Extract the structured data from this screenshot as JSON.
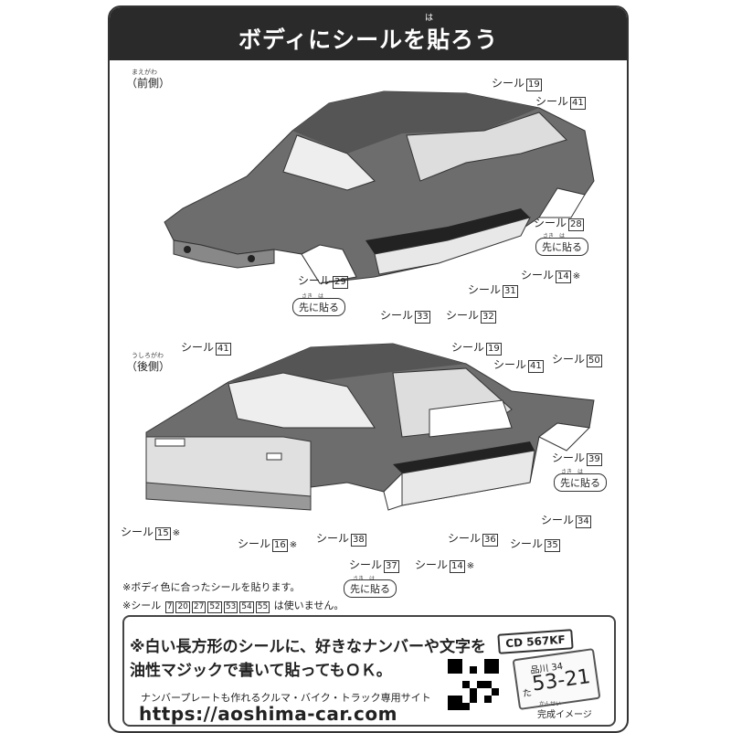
{
  "header": {
    "title": "ボディにシールを貼ろう",
    "title_ruby": "は"
  },
  "front": {
    "label": "（前側）",
    "ruby": "まえがわ",
    "callouts": [
      {
        "text": "シール",
        "num": "19",
        "star": ""
      },
      {
        "text": "シール",
        "num": "41",
        "star": ""
      },
      {
        "text": "シール",
        "num": "28",
        "star": ""
      },
      {
        "text": "シール",
        "num": "14",
        "star": "※"
      },
      {
        "text": "シール",
        "num": "29",
        "star": ""
      },
      {
        "text": "シール",
        "num": "31",
        "star": ""
      },
      {
        "text": "シール",
        "num": "33",
        "star": ""
      },
      {
        "text": "シール",
        "num": "32",
        "star": ""
      }
    ],
    "pills": [
      {
        "text": "先に貼る",
        "ruby": "さき　は"
      },
      {
        "text": "先に貼る",
        "ruby": "さき　は"
      }
    ]
  },
  "rear": {
    "label": "（後側）",
    "ruby": "うしろがわ",
    "callouts": [
      {
        "text": "シール",
        "num": "41",
        "star": ""
      },
      {
        "text": "シール",
        "num": "19",
        "star": ""
      },
      {
        "text": "シール",
        "num": "41",
        "star": ""
      },
      {
        "text": "シール",
        "num": "50",
        "star": ""
      },
      {
        "text": "シール",
        "num": "39",
        "star": ""
      },
      {
        "text": "シール",
        "num": "34",
        "star": ""
      },
      {
        "text": "シール",
        "num": "15",
        "star": "※"
      },
      {
        "text": "シール",
        "num": "16",
        "star": "※"
      },
      {
        "text": "シール",
        "num": "38",
        "star": ""
      },
      {
        "text": "シール",
        "num": "36",
        "star": ""
      },
      {
        "text": "シール",
        "num": "35",
        "star": ""
      },
      {
        "text": "シール",
        "num": "37",
        "star": ""
      },
      {
        "text": "シール",
        "num": "14",
        "star": "※"
      }
    ],
    "pills": [
      {
        "text": "先に貼る",
        "ruby": "さき　は"
      },
      {
        "text": "先に貼る",
        "ruby": "さき　は"
      }
    ]
  },
  "notes": {
    "line1": "※ボディ色に合ったシールを貼ります。",
    "line2_prefix": "※シール",
    "unused": [
      "7",
      "20",
      "27",
      "52",
      "53",
      "54",
      "55"
    ],
    "line2_suffix": "は使いません。"
  },
  "bottom": {
    "info1": "※白い長方形のシールに、好きなナンバーや文字を",
    "info2": "油性マジックで書いて貼ってもＯＫ。",
    "site_note": "ナンバープレートも作れるクルマ・バイク・トラック専用サイト",
    "site_url": "https://aoshima-car.com",
    "plate_tag": "CD 567KF",
    "plate_region": "品川 34",
    "plate_kana": "た",
    "plate_number": "53-21",
    "completed": "完成イメージ",
    "completed_ruby": "かんせい"
  }
}
